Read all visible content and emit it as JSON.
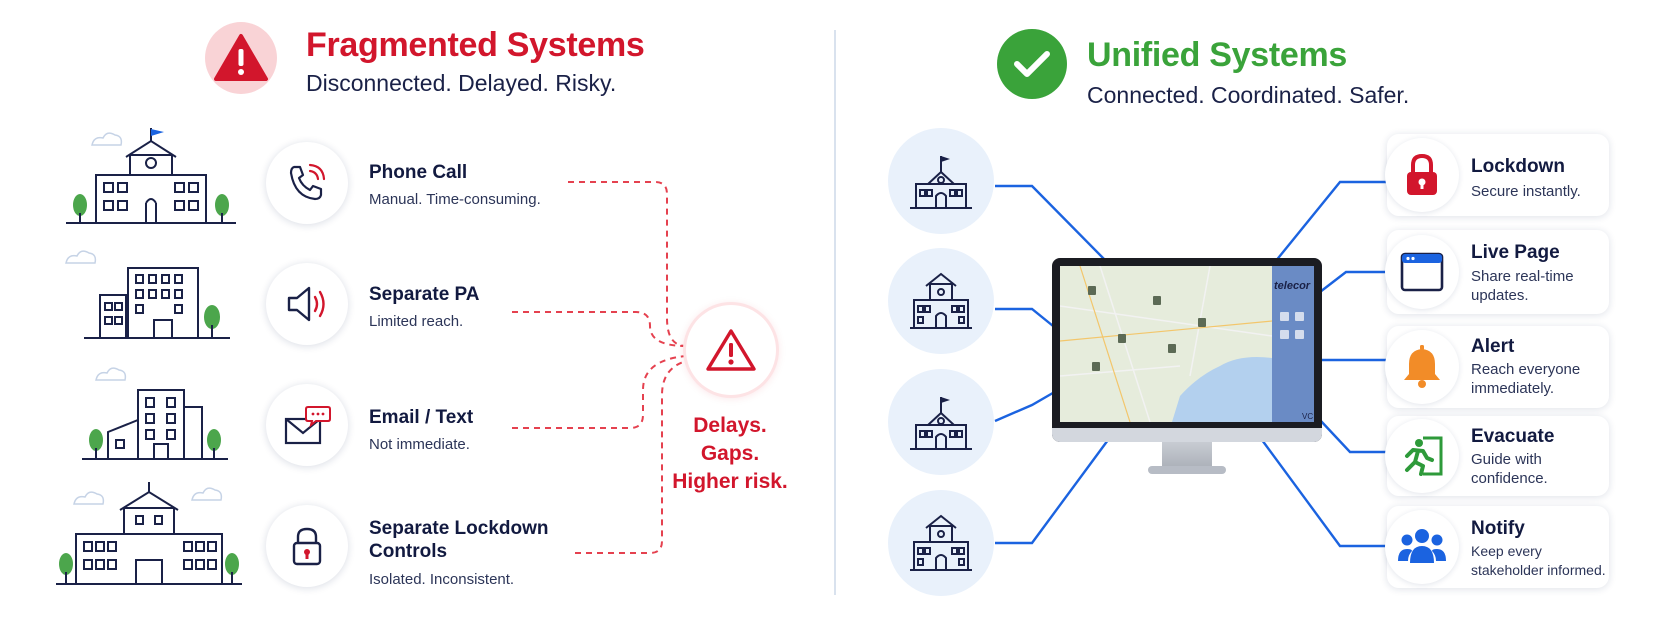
{
  "left": {
    "title": "Fragmented Systems",
    "subtitle": "Disconnected. Delayed. Risky.",
    "channels": [
      {
        "title": "Phone Call",
        "sub": "Manual. Time-consuming.",
        "icon": "phone-icon"
      },
      {
        "title": "Separate PA",
        "sub": "Limited reach.",
        "icon": "megaphone-icon"
      },
      {
        "title": "Email / Text",
        "sub": "Not immediate.",
        "icon": "envelope-icon"
      },
      {
        "title": "Separate Lockdown Controls",
        "sub": "Isolated. Inconsistent.",
        "icon": "padlock-icon"
      }
    ],
    "outcome_lines": [
      "Delays.",
      "Gaps.",
      "Higher risk."
    ],
    "colors": {
      "accent": "#d2162c",
      "navy": "#1a2147"
    }
  },
  "right": {
    "title": "Unified Systems",
    "subtitle": "Connected. Coordinated. Safer.",
    "monitor_brand": "telecor",
    "monitor_corner": "VC",
    "features": [
      {
        "title": "Lockdown",
        "sub": "Secure instantly.",
        "icon": "red-lock-icon"
      },
      {
        "title": "Live Page",
        "sub": "Share real-time updates.",
        "icon": "browser-window-icon"
      },
      {
        "title": "Alert",
        "sub": "Reach everyone immediately.",
        "icon": "bell-icon"
      },
      {
        "title": "Evacuate",
        "sub": "Guide with confidence.",
        "icon": "exit-running-icon"
      },
      {
        "title": "Notify",
        "sub": "Keep every stakeholder informed.",
        "icon": "group-icon"
      }
    ],
    "colors": {
      "accent": "#3aa33a",
      "link": "#1b63e0"
    }
  }
}
